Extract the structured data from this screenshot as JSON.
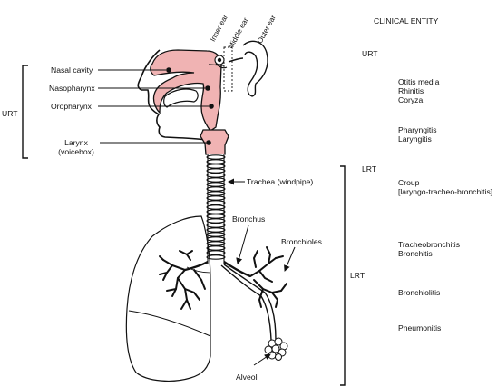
{
  "header": {
    "clinical_entity": "CLINICAL ENTITY"
  },
  "ear": {
    "inner": "Inner ear",
    "middle": "Middle ear",
    "outer": "Outer ear"
  },
  "anatomy": {
    "nasal_cavity": "Nasal cavity",
    "nasopharynx": "Nasopharynx",
    "oropharynx": "Oropharynx",
    "larynx": "Larynx",
    "larynx_sub": "(voicebox)",
    "trachea": "Trachea (windpipe)",
    "bronchus": "Bronchus",
    "bronchioles": "Bronchioles",
    "alveoli": "Alveoli"
  },
  "regions": {
    "urt_left": "URT",
    "urt_right": "URT",
    "lrt_top": "LRT",
    "lrt_mid": "LRT"
  },
  "clinical": {
    "ear_nose": [
      "Otitis media",
      "Rhinitis",
      "Coryza"
    ],
    "throat": [
      "Pharyngitis",
      "Laryngitis"
    ],
    "croup": [
      "Croup",
      "[laryngo-tracheo-bronchitis]"
    ],
    "tracheo": [
      "Tracheobronchitis",
      "Bronchitis"
    ],
    "bronchiolitis": "Bronchiolitis",
    "pneumonitis": "Pneumonitis"
  },
  "colors": {
    "airway_fill": "#f0b3b3",
    "line": "#111111"
  }
}
